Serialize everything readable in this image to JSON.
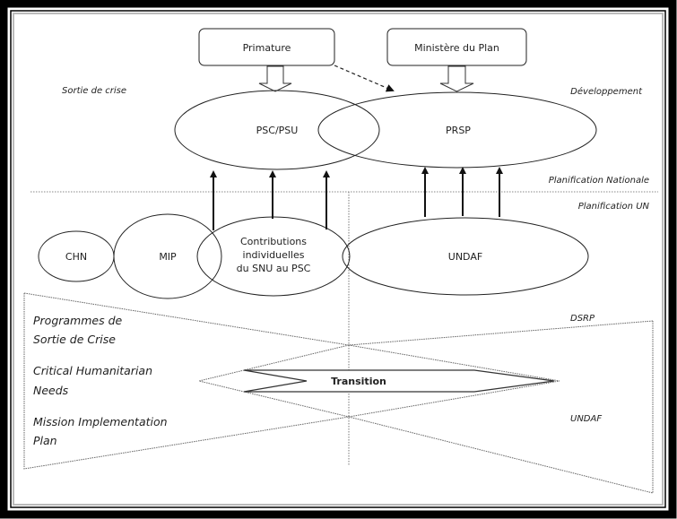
{
  "diagram": {
    "boxes": {
      "primature": "Primature",
      "ministere": "Ministère du Plan"
    },
    "ellipses": {
      "psc": "PSC/PSU",
      "prsp": "PRSP",
      "chn": "CHN",
      "mip": "MIP",
      "contributions": [
        "Contributions",
        "individuelles",
        "du SNU au  PSC"
      ],
      "undaf": "UNDAF"
    },
    "labels": {
      "sortie_de_crise": "Sortie de crise",
      "developpement": "Développement",
      "planification_nationale": "Planification Nationale",
      "planification_un": "Planification UN",
      "dsrp": "DSRP",
      "undaf_right": "UNDAF"
    },
    "left_list": {
      "programmes": [
        "Programmes de",
        "Sortie de Crise"
      ],
      "critical": [
        "Critical Humanitarian",
        "Needs"
      ],
      "mission": [
        "Mission Implementation",
        "Plan"
      ]
    },
    "transition": "Transition"
  }
}
